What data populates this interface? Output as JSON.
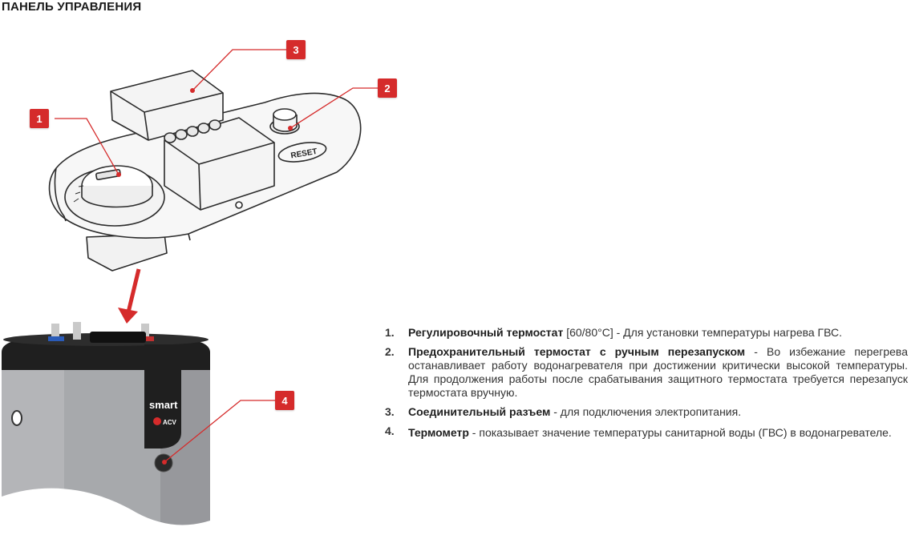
{
  "title": "ПАНЕЛЬ УПРАВЛЕНИЯ",
  "badges": [
    "1",
    "2",
    "3",
    "4"
  ],
  "product": {
    "reset_label": "RESET",
    "brand": "smart",
    "maker": "ACV"
  },
  "colors": {
    "callout_red": "#d52b2b",
    "tank_grey": "#a7a9ac",
    "tank_cap": "#1f1f1f"
  },
  "legend": [
    {
      "num": "1.",
      "term": "Регулировочный термостат",
      "rest": " [60/80°С] - Для установки температуры нагрева ГВС."
    },
    {
      "num": "2.",
      "term": "Предохранительный термостат с ручным перезапуском",
      "rest": " - Во избежание перегрева останавливает работу водонагревателя при достижении критически высокой температуры. Для продолжения работы после срабатывания защитного термостата требуется перезапуск термостата вручную."
    },
    {
      "num": "3.",
      "term": "Соединительный разъем",
      "rest": " - для подключения электропитания."
    },
    {
      "num": "4.",
      "term": "Термометр",
      "rest": " - показывает значение температуры санитарной воды (ГВС) в водонагревателе."
    }
  ]
}
